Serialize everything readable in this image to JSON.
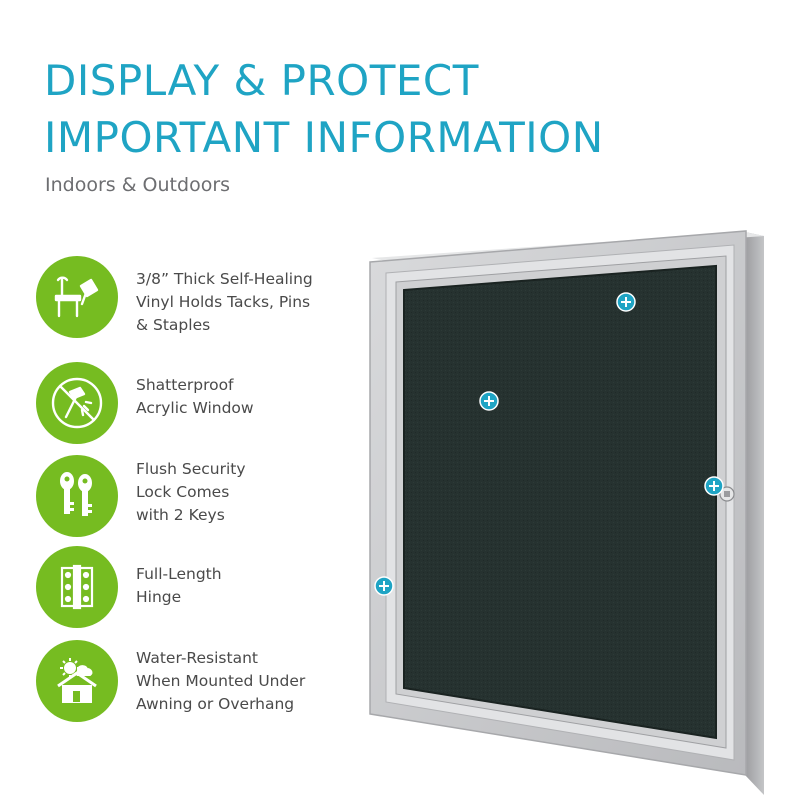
{
  "headline": {
    "line1": "DISPLAY & PROTECT",
    "line2": "IMPORTANT INFORMATION"
  },
  "subtitle": "Indoors & Outdoors",
  "colors": {
    "accent_blue": "#1fa4c4",
    "accent_green": "#76bc21",
    "text_gray": "#4a4a4a",
    "board_fabric": "#263230",
    "frame_silver": "#c9cacc"
  },
  "features": [
    {
      "icon": "push-pin-board-icon",
      "lines": [
        "3/8” Thick Self-Healing",
        "Vinyl Holds Tacks, Pins",
        "& Staples"
      ]
    },
    {
      "icon": "no-hammer-icon",
      "lines": [
        "Shatterproof",
        "Acrylic Window"
      ]
    },
    {
      "icon": "keys-icon",
      "lines": [
        "Flush Security",
        "Lock Comes",
        "with 2 Keys"
      ]
    },
    {
      "icon": "hinge-icon",
      "lines": [
        "Full-Length",
        "Hinge"
      ]
    },
    {
      "icon": "house-weather-icon",
      "lines": [
        "Water-Resistant",
        "When Mounted Under",
        "Awning or Overhang"
      ]
    }
  ]
}
